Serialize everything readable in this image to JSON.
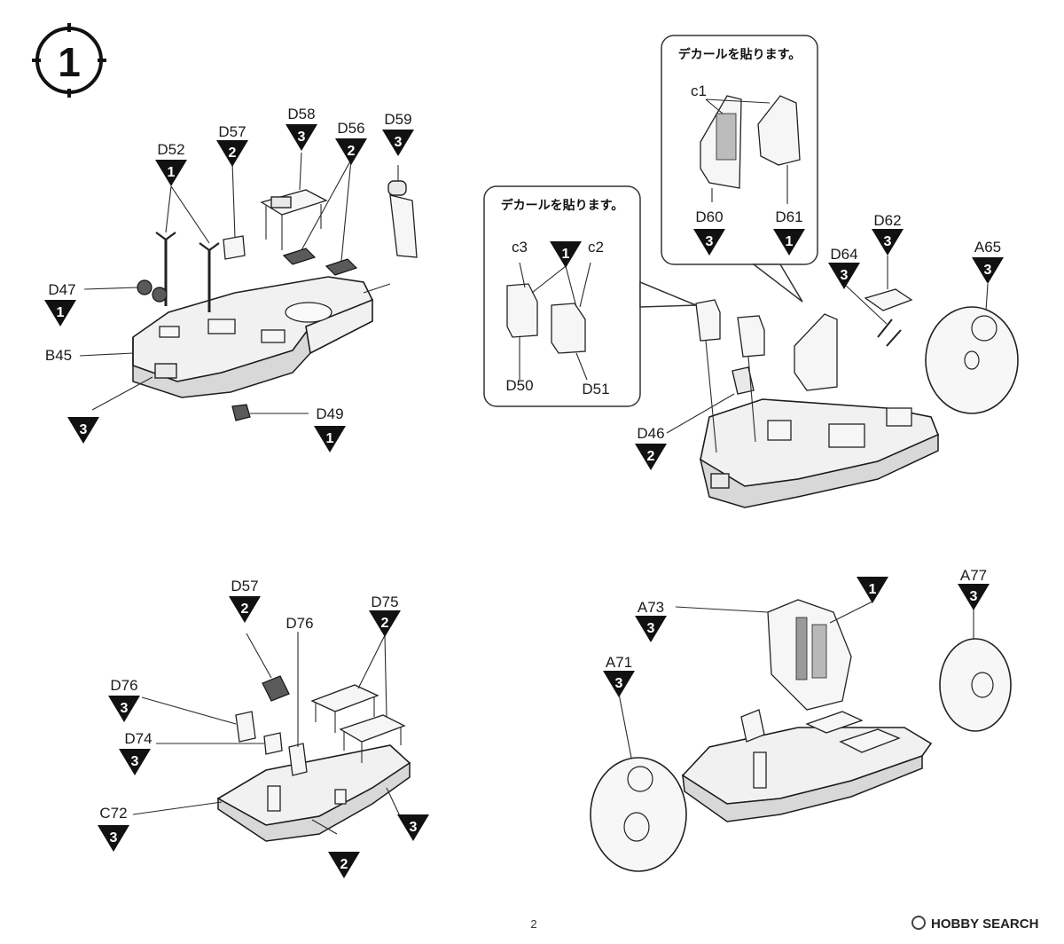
{
  "step": {
    "number": "1"
  },
  "decal_note_a": "デカールを貼ります。",
  "decal_note_b": "デカールを貼ります。",
  "labels": {
    "D52": "D52",
    "D57": "D57",
    "D58": "D58",
    "D56": "D56",
    "D59": "D59",
    "D47": "D47",
    "B45": "B45",
    "D49": "D49",
    "c1": "c1",
    "D60": "D60",
    "D61": "D61",
    "c3": "c3",
    "c2": "c2",
    "D50": "D50",
    "D51": "D51",
    "D62": "D62",
    "D64": "D64",
    "A65": "A65",
    "D46": "D46",
    "D57b": "D57",
    "D75": "D75",
    "D76a": "D76",
    "D76b": "D76",
    "D74": "D74",
    "C72": "C72",
    "A73": "A73",
    "A77": "A77",
    "A71": "A71"
  },
  "color_markers": {
    "D52": "1",
    "D57": "2",
    "D58": "3",
    "D56": "2",
    "D59": "3",
    "D47": "1",
    "B45_lower": "3",
    "D49": "1",
    "D60": "3",
    "D61": "1",
    "c_pair": "1",
    "D62": "3",
    "D64": "3",
    "A65": "3",
    "D46": "2",
    "D57b": "2",
    "D75": "2",
    "D76": "3",
    "D74": "3",
    "C72": "3",
    "bottom_left_right": "3",
    "bottom_left_lower": "2",
    "A73_top": "1",
    "A73": "3",
    "A77": "3",
    "A71": "3"
  },
  "footer": {
    "page": "2",
    "brand": "HOBBY SEARCH"
  }
}
